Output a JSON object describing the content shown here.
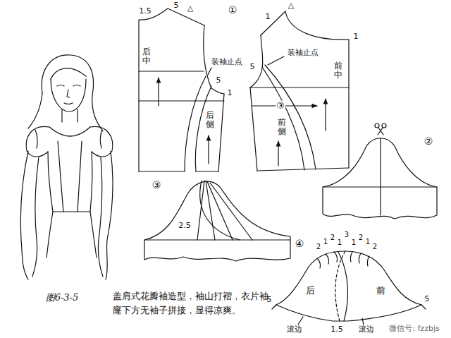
{
  "diagram": {
    "caption": "盖肩式花瓣袖造型，袖山打褶，衣片袖窿下方无袖子拼接，显得凉爽。",
    "labels": [
      "①",
      "1.5",
      "5",
      "△",
      "后中",
      "装袖止点",
      "5",
      "1",
      "后侧",
      "△",
      "1",
      "1",
      "装袖止点",
      "5",
      "③",
      "前中",
      "前侧",
      "②",
      "③",
      "2.5",
      "④",
      "2",
      "1",
      "2",
      "1",
      "3",
      "1",
      "2",
      "1",
      "2",
      "5",
      "后",
      "前",
      "5",
      "滚边",
      "1.5",
      "滚边",
      "图6-3-5",
      "微信号: fzzbjs"
    ]
  }
}
